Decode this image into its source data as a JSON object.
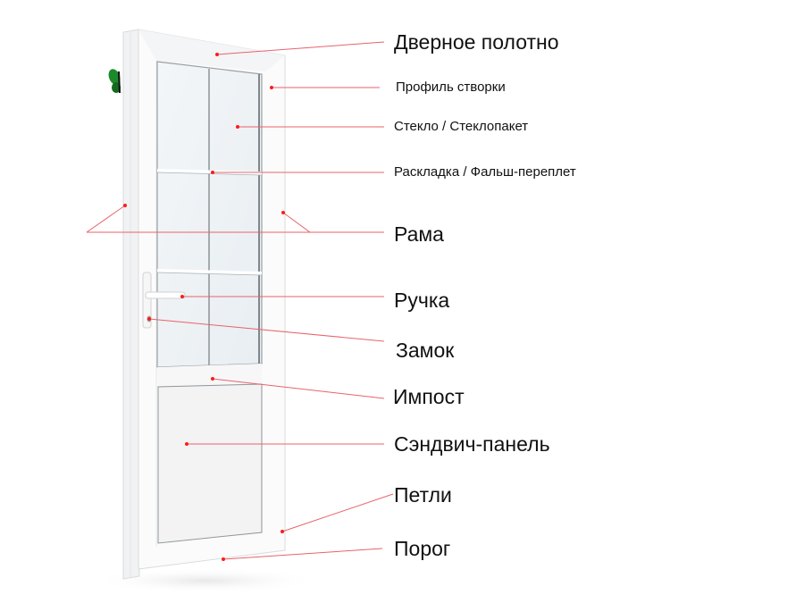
{
  "labels": {
    "door_leaf": "Дверное полотно",
    "sash_profile": "Профиль створки",
    "glass": "Стекло / Стеклопакет",
    "muntin": "Раскладка / Фальш-переплет",
    "frame": "Рама",
    "handle": "Ручка",
    "lock": "Замок",
    "transom": "Импост",
    "sandwich_panel": "Сэндвич-панель",
    "hinges": "Петли",
    "threshold": "Порог"
  },
  "colors": {
    "leader": "#e8636b",
    "dot": "#ff1a1a",
    "butterfly": "#1c8a2a"
  }
}
